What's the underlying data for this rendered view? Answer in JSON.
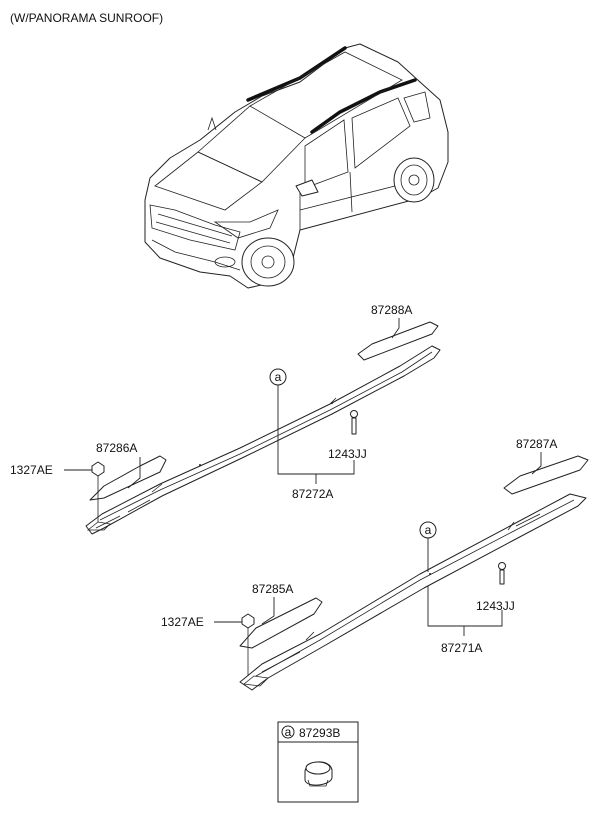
{
  "title": "(W/PANORAMA SUNROOF)",
  "callouts": {
    "a_symbol": "a",
    "p87288A": "87288A",
    "p87286A": "87286A",
    "p1327AE_upper": "1327AE",
    "p1243JJ_upper": "1243JJ",
    "p87272A": "87272A",
    "p87287A": "87287A",
    "p87285A": "87285A",
    "p1327AE_lower": "1327AE",
    "p1243JJ_lower": "1243JJ",
    "p87271A": "87271A",
    "p87293B": "87293B"
  }
}
